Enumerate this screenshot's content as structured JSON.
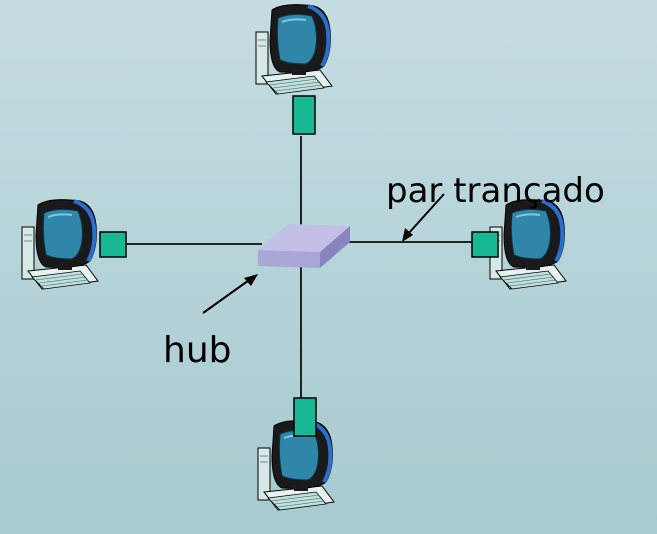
{
  "labels": {
    "hub": "hub",
    "cable": "par trançado"
  },
  "nodes": [
    "computer-top",
    "computer-left",
    "computer-right",
    "computer-bottom"
  ],
  "colors": {
    "cable": "#222222",
    "port": "#19b894",
    "hub_top": "#c3c0e6",
    "hub_front": "#a9a6d8",
    "hub_side": "#8784c0",
    "monitor": "#1a1a1a",
    "screen": "#2f86a8",
    "keyboard": "#bfe0dc",
    "case": "#d6e9e6"
  },
  "icons": {
    "computer": "computer-icon",
    "hub": "hub-icon",
    "port": "nic-port-icon"
  }
}
